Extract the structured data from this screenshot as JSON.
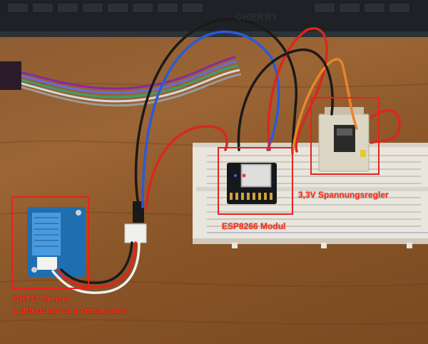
{
  "photo": {
    "keyboard_brand": "CHERRY",
    "colors": {
      "wood": "#8f5c2e",
      "breadboard": "#e6e2d8",
      "annotation_red": "#e8221e",
      "wire_blue": "#2a5ad8",
      "wire_red": "#d8281e",
      "wire_black": "#1a1a1a",
      "wire_orange": "#e7862a"
    }
  },
  "annotations": {
    "esp8266": {
      "label": "ESP8266 Modul"
    },
    "regulator": {
      "label": "3,3V Spannungsregler"
    },
    "dht11": {
      "line1": "DHT11 Sensor",
      "line2": "Luftfeuchte und Temperatur"
    }
  }
}
